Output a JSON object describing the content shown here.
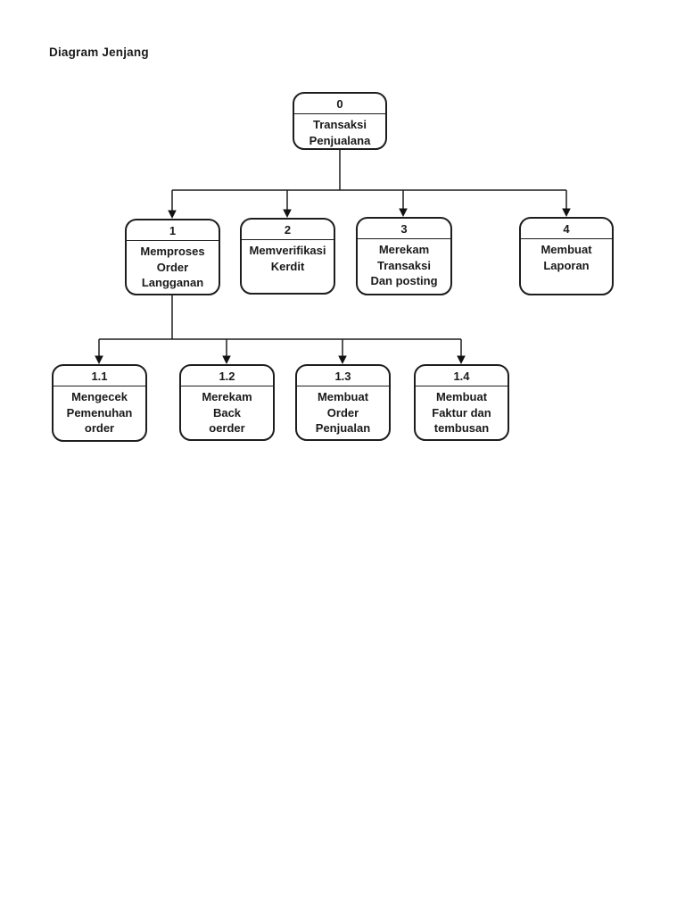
{
  "page": {
    "title": "Diagram Jenjang",
    "background_color": "#ffffff",
    "line_color": "#1d1d1d",
    "text_color": "#1a1a1a"
  },
  "diagram": {
    "kind": "hierarchy-chart",
    "nodes": [
      {
        "id": "0",
        "number": "0",
        "label": "Transaksi\nPenjualana"
      },
      {
        "id": "1",
        "number": "1",
        "label": "Memproses\nOrder\nLangganan"
      },
      {
        "id": "2",
        "number": "2",
        "label": "Memverifikasi\nKerdit"
      },
      {
        "id": "3",
        "number": "3",
        "label": "Merekam\nTransaksi\nDan posting"
      },
      {
        "id": "4",
        "number": "4",
        "label": "Membuat\nLaporan"
      },
      {
        "id": "1.1",
        "number": "1.1",
        "label": "Mengecek\nPemenuhan\norder"
      },
      {
        "id": "1.2",
        "number": "1.2",
        "label": "Merekam\nBack\noerder"
      },
      {
        "id": "1.3",
        "number": "1.3",
        "label": "Membuat\nOrder\nPenjualan"
      },
      {
        "id": "1.4",
        "number": "1.4",
        "label": "Membuat\nFaktur dan\ntembusan"
      }
    ],
    "edges": [
      {
        "from": "0",
        "to": "1"
      },
      {
        "from": "0",
        "to": "2"
      },
      {
        "from": "0",
        "to": "3"
      },
      {
        "from": "0",
        "to": "4"
      },
      {
        "from": "1",
        "to": "1.1"
      },
      {
        "from": "1",
        "to": "1.2"
      },
      {
        "from": "1",
        "to": "1.3"
      },
      {
        "from": "1",
        "to": "1.4"
      }
    ]
  }
}
